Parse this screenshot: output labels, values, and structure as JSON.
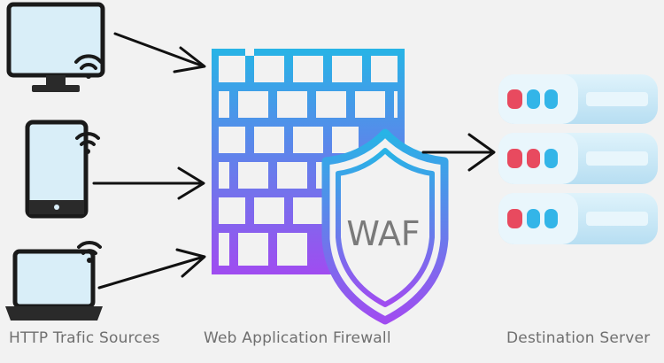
{
  "labels": {
    "sources": "HTTP Trafic Sources",
    "firewall": "Web Application Firewall",
    "server": "Destination Server",
    "shield": "WAF"
  },
  "colors": {
    "background": "#f2f2f2",
    "device_outline": "#1a1a1a",
    "device_screen": "#d9eef8",
    "device_base": "#2a2a2a",
    "wall_gradient_top": "#27b4e6",
    "wall_gradient_bottom": "#a04cf0",
    "server_body": "#c9e8f7",
    "server_light_red": "#e84a5f",
    "server_light_blue": "#33b5e8",
    "server_slot": "#e8f6fc",
    "arrow": "#111111",
    "caption_text": "#6f6f6f"
  },
  "icons": {
    "monitor": "monitor-wifi-icon",
    "tablet": "tablet-wifi-icon",
    "laptop": "laptop-wifi-icon",
    "wall": "brick-wall-icon",
    "shield": "shield-icon",
    "server": "server-rack-icon"
  }
}
